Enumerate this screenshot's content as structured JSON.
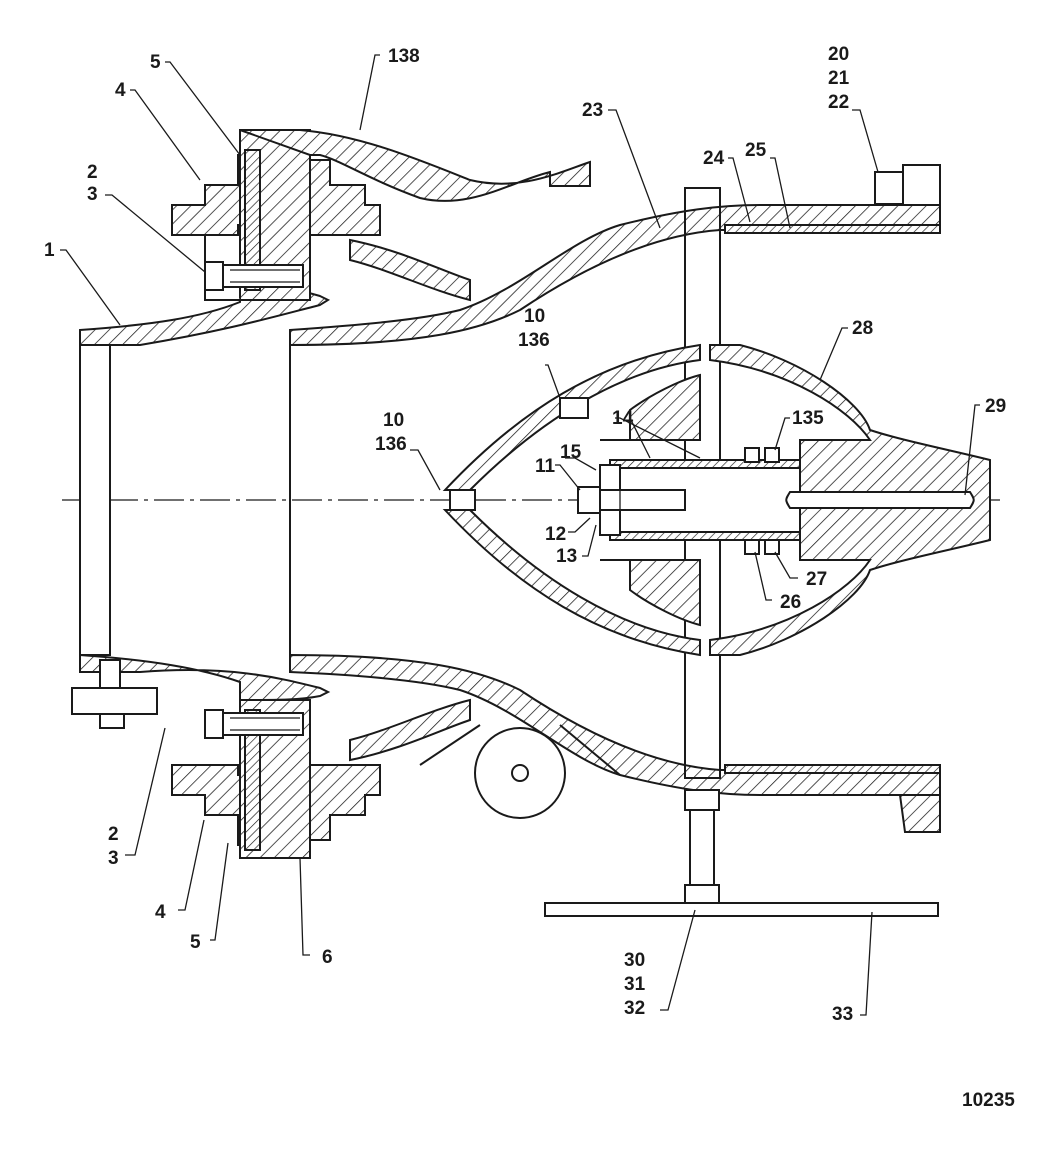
{
  "figure_number": "10235",
  "callouts": [
    {
      "id": "c138",
      "lines": [
        "138"
      ]
    },
    {
      "id": "c5-top",
      "lines": [
        "5"
      ]
    },
    {
      "id": "c4-top",
      "lines": [
        "4"
      ]
    },
    {
      "id": "c2-3-top",
      "lines": [
        "2",
        "3"
      ]
    },
    {
      "id": "c1",
      "lines": [
        "1"
      ]
    },
    {
      "id": "c20-22",
      "lines": [
        "20",
        "21",
        "22"
      ]
    },
    {
      "id": "c23",
      "lines": [
        "23"
      ]
    },
    {
      "id": "c24",
      "lines": [
        "24"
      ]
    },
    {
      "id": "c25",
      "lines": [
        "25"
      ]
    },
    {
      "id": "c28",
      "lines": [
        "28"
      ]
    },
    {
      "id": "c10-136-upper",
      "lines": [
        "10",
        "136"
      ]
    },
    {
      "id": "c10-136-left",
      "lines": [
        "10",
        "136"
      ]
    },
    {
      "id": "c14",
      "lines": [
        "14"
      ]
    },
    {
      "id": "c135",
      "lines": [
        "135"
      ]
    },
    {
      "id": "c29",
      "lines": [
        "29"
      ]
    },
    {
      "id": "c15",
      "lines": [
        "15"
      ]
    },
    {
      "id": "c11",
      "lines": [
        "11"
      ]
    },
    {
      "id": "c12",
      "lines": [
        "12"
      ]
    },
    {
      "id": "c13",
      "lines": [
        "13"
      ]
    },
    {
      "id": "c27",
      "lines": [
        "27"
      ]
    },
    {
      "id": "c26",
      "lines": [
        "26"
      ]
    },
    {
      "id": "c2-3-bottom",
      "lines": [
        "2",
        "3"
      ]
    },
    {
      "id": "c4-bottom",
      "lines": [
        "4"
      ]
    },
    {
      "id": "c5-bottom",
      "lines": [
        "5"
      ]
    },
    {
      "id": "c6",
      "lines": [
        "6"
      ]
    },
    {
      "id": "c30-32",
      "lines": [
        "30",
        "31",
        "32"
      ]
    },
    {
      "id": "c33",
      "lines": [
        "33"
      ]
    }
  ]
}
